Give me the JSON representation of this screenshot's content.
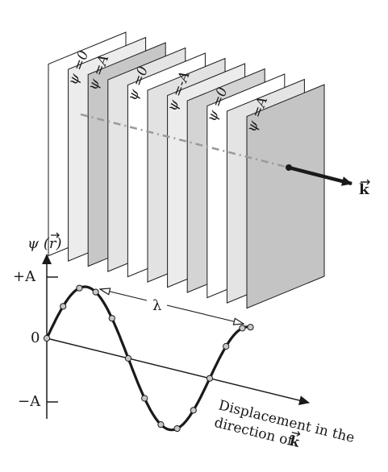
{
  "planes": [
    {
      "label": "",
      "shade": "#ffffff"
    },
    {
      "label": "ψ  =0",
      "shade": "#ececec"
    },
    {
      "label": "ψ  =A",
      "shade": "#c7c7c7"
    },
    {
      "label": "",
      "shade": "#e4e4e4"
    },
    {
      "label": "ψ  =0",
      "shade": "#ffffff"
    },
    {
      "label": "",
      "shade": "#e2e2e2"
    },
    {
      "label": "ψ  =-A",
      "shade": "#ececec"
    },
    {
      "label": "",
      "shade": "#d4d4d4"
    },
    {
      "label": "ψ  =0",
      "shade": "#ffffff"
    },
    {
      "label": "",
      "shade": "#e4e4e4"
    },
    {
      "label": "ψ  =A",
      "shade": "#c4c4c4"
    }
  ],
  "wave_vector_label": "k",
  "graph": {
    "y_axis_label": "ψ (r)",
    "y_axis_label_vec_letter": "r",
    "tick_plus_a": "+A",
    "tick_zero": "0",
    "tick_minus_a": "−A",
    "wavelength_label": "λ",
    "x_axis_caption_line1": "Displacement in the",
    "x_axis_caption_line2": "direction of",
    "x_axis_caption_vec": "k"
  },
  "wave": {
    "amplitude": 1,
    "cycles_shown": 1.25,
    "sample_phases": [
      0,
      0.1,
      0.2,
      0.3,
      0.4,
      0.5,
      0.6,
      0.7,
      0.8,
      0.9,
      1.0,
      1.1,
      1.2,
      1.25
    ]
  },
  "colors": {
    "ink": "#1a1a1a",
    "dashed_axis": "#9a9a9a",
    "point_fill": "#c8c8c8"
  }
}
